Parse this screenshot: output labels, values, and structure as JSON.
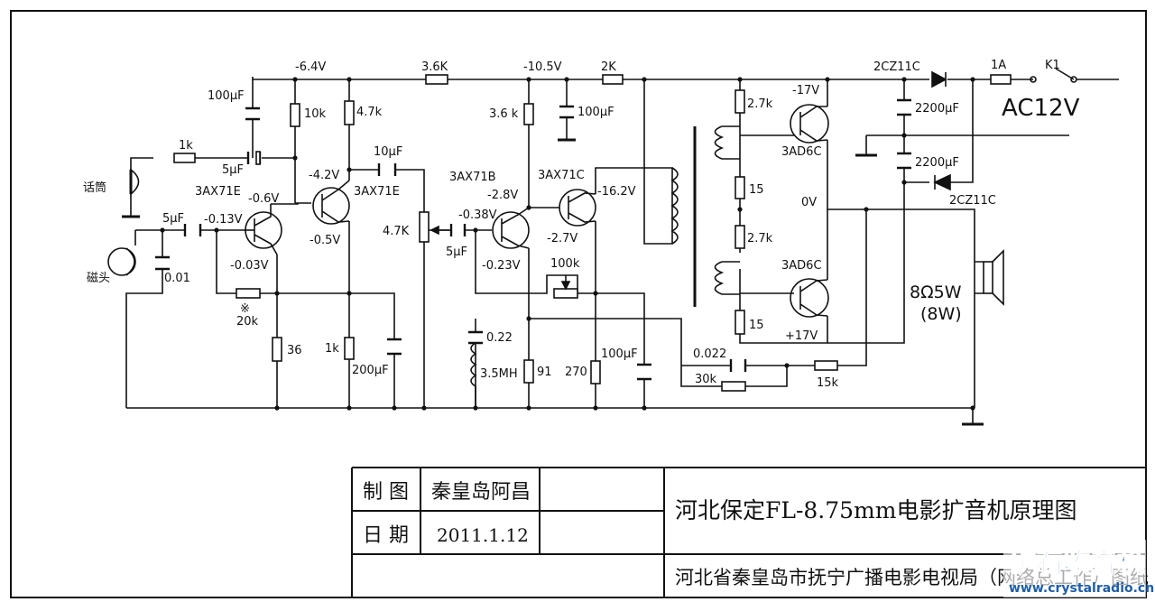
{
  "voltages": {
    "rail_minus_6_4": "-6.4V",
    "rail_minus_10_5": "-10.5V",
    "q1_base": "-0.13V",
    "q1_emitter": "-0.03V",
    "q1_collector": "-0.6V",
    "q2_collector": "-4.2V",
    "q2_emitter": "-0.5V",
    "q3_base": "-0.38V",
    "q3_collector": "-2.8V",
    "q3_emitter": "-0.23V",
    "q4_collector": "-16.2V",
    "q4_emitter": "-2.7V",
    "top_rail": "-17V",
    "mid": "0V",
    "bottom_rail": "+17V"
  },
  "transistors": {
    "q1": "3AX71E",
    "q2": "3AX71E",
    "q3": "3AX71B",
    "q4": "3AX71C",
    "out_top": "3AD6C",
    "out_bottom": "3AD6C"
  },
  "components": {
    "c_100uf_a": "100μF",
    "r_10k": "10k",
    "r_4_7k": "4.7k",
    "r_1k_mic": "1k",
    "c_5uf_mic": "5μF",
    "mic": "话筒",
    "c_10uf": "10μF",
    "r_3_6k_h": "3.6K",
    "r_3_6k_v": "3.6 k",
    "c_100uf_b": "100μF",
    "r_2k": "2K",
    "c_5uf_in": "5μF",
    "head": "磁头",
    "c_0_01": "0.01",
    "mark": "※",
    "r_20k": "20k",
    "r_36": "36",
    "r_1k_e": "1k",
    "c_200uf": "200μF",
    "pot_4_7k": "4.7K",
    "c_5uf_b": "5μF",
    "pot_100k": "100k",
    "c_0_22": "0.22",
    "l_3_5mh": "3.5MH",
    "r_91": "91",
    "r_270": "270",
    "c_100uf_c": "100μF",
    "c_0_022": "0.022",
    "r_30k": "30k",
    "r_15k": "15k",
    "r_2_7k_a": "2.7k",
    "r_15_a": "15",
    "r_2_7k_b": "2.7k",
    "r_15_b": "15",
    "diode_top": "2CZ11C",
    "diode_bottom": "2CZ11C",
    "c_2200_a": "2200μF",
    "c_2200_b": "2200μF",
    "fuse": "1A",
    "switch": "K1",
    "ac": "AC12V",
    "speaker": "8Ω5W",
    "speaker_w": "(8W)"
  },
  "title_block": {
    "drawn_label": "制 图",
    "drawn_by": "秦皇岛阿昌",
    "date_label": "日 期",
    "date": "2011.1.12",
    "title": "河北保定FL-8.75mm电影扩音机原理图",
    "org": "河北省秦皇岛市抚宁广播电影电视局（网络总工作）图纸"
  },
  "watermark": {
    "cn": "矿石收音机",
    "url": "www.crystalradio.cn"
  }
}
